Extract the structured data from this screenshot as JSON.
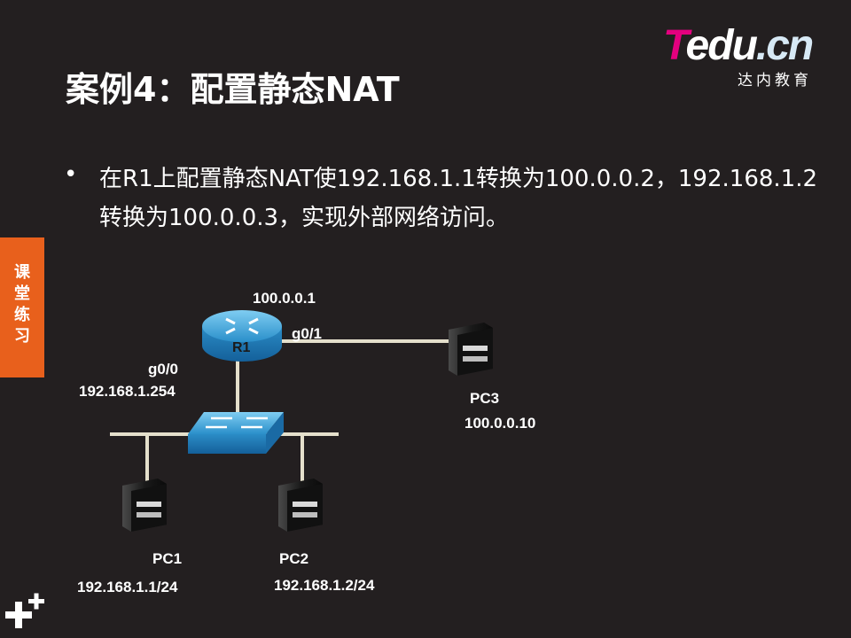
{
  "logo": {
    "brand_part1": "T",
    "brand_part2": "edu",
    "brand_part3": ".cn",
    "subtitle": "达内教育"
  },
  "slide": {
    "title": "案例4：配置静态NAT",
    "bullet": "在R1上配置静态NAT使192.168.1.1转换为100.0.0.2，192.168.1.2转换为100.0.0.3，实现外部网络访问。",
    "side_tab": "课堂练习"
  },
  "diagram": {
    "router_name": "R1",
    "router_ip_top": "100.0.0.1",
    "iface_out": "g0/1",
    "iface_in": "g0/0",
    "gateway_ip": "192.168.1.254",
    "pc3_name": "PC3",
    "pc3_ip": "100.0.0.10",
    "pc1_name": "PC1",
    "pc1_ip": "192.168.1.1/24",
    "pc2_name": "PC2",
    "pc2_ip": "192.168.1.2/24"
  },
  "colors": {
    "background": "#231f20",
    "accent_orange": "#e8601c",
    "brand_pink": "#e4007f",
    "device_blue": "#3aa3d8",
    "link_line": "#e5e0cc"
  }
}
